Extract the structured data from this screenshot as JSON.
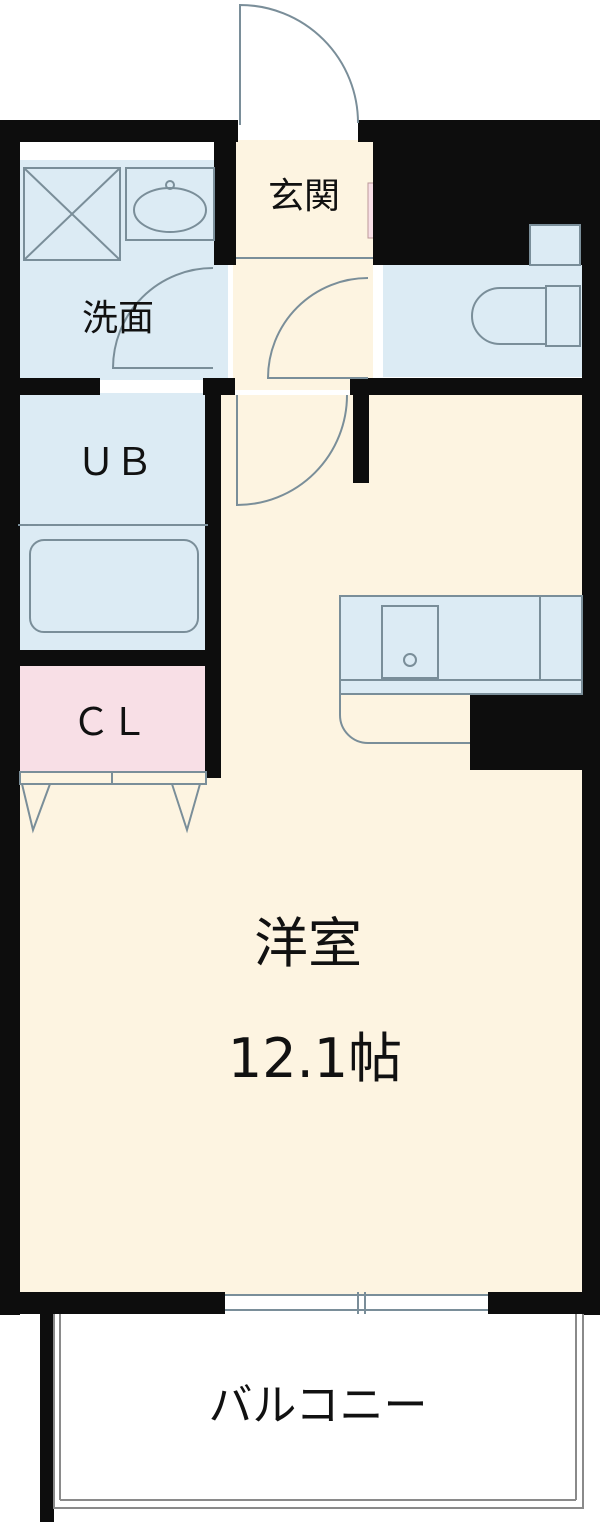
{
  "rooms": {
    "entrance": "玄関",
    "washroom": "洗面",
    "unit_bath": "ＵＢ",
    "closet": "ＣＬ",
    "western_room": "洋室",
    "western_room_size": "12.1帖",
    "balcony": "バルコニー"
  },
  "colors": {
    "wall": "#0d0d0d",
    "wet_area": "#dcebf4",
    "living_floor": "#fdf4e1",
    "closet": "#f8dfe6",
    "kitchen": "#dcebf4",
    "fixture_stroke": "#7a8e99",
    "balcony_floor": "#ffffff"
  }
}
